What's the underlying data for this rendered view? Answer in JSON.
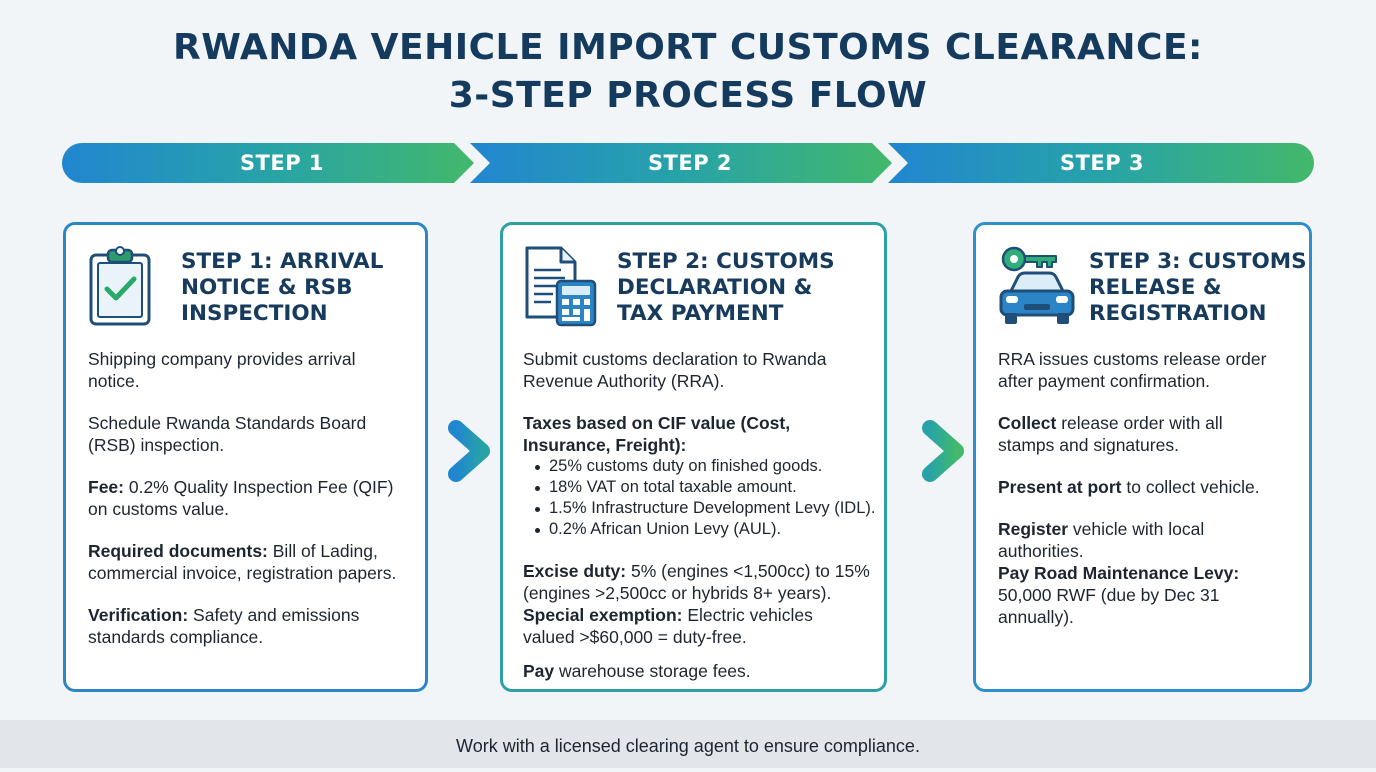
{
  "title": {
    "line1": "RWANDA VEHICLE IMPORT CUSTOMS CLEARANCE:",
    "line2": "3-STEP PROCESS FLOW"
  },
  "step_bar": [
    "STEP 1",
    "STEP 2",
    "STEP 3"
  ],
  "colors": {
    "step1": "#2186d0",
    "step2": "#27a3a8",
    "step3": "#43b86b",
    "title": "#143a5e"
  },
  "cards": [
    {
      "icon": "clipboard-check-icon",
      "title": [
        "STEP 1: ARRIVAL",
        "NOTICE & RSB",
        "INSPECTION"
      ],
      "p1": [
        "Shipping company provides arrival",
        "notice."
      ],
      "p2": [
        "Schedule Rwanda Standards Board",
        "(RSB) inspection."
      ],
      "p3_bold": "Fee:",
      "p3": [
        " 0.2% Quality Inspection Fee (QIF)",
        "on customs value."
      ],
      "p4_bold": "Required documents:",
      "p4": [
        " Bill of Lading,",
        "commercial invoice, registration papers."
      ],
      "p5_bold": "Verification:",
      "p5": [
        " Safety and emissions",
        "standards compliance."
      ]
    },
    {
      "icon": "document-calculator-icon",
      "title": [
        "STEP 2: CUSTOMS",
        "DECLARATION &",
        "TAX PAYMENT"
      ],
      "p1": [
        "Submit customs declaration to Rwanda",
        "Revenue Authority (RRA)."
      ],
      "taxes_heading": [
        "Taxes based on CIF value (Cost,",
        "Insurance, Freight):"
      ],
      "bullets": [
        "25% customs duty on finished goods.",
        "18% VAT on total taxable amount.",
        "1.5% Infrastructure Development Levy (IDL).",
        "0.2% African Union Levy (AUL)."
      ],
      "excise_bold": "Excise duty:",
      "excise": [
        " 5% (engines <1,500cc) to 15%",
        "(engines >2,500cc or hybrids 8+ years)."
      ],
      "exempt_bold": "Special exemption:",
      "exempt": [
        " Electric vehicles",
        "valued >$60,000 = duty-free."
      ],
      "pay_bold": "Pay",
      "pay": " warehouse storage fees."
    },
    {
      "icon": "car-key-icon",
      "title": [
        "STEP 3: CUSTOMS",
        "RELEASE &",
        "REGISTRATION"
      ],
      "p1": [
        "RRA issues customs release order",
        "after payment confirmation."
      ],
      "collect_bold": "Collect",
      "collect": [
        " release order with all",
        "stamps and signatures."
      ],
      "present_bold": "Present at port",
      "present": " to collect vehicle.",
      "register_bold": "Register",
      "register": [
        " vehicle with local",
        "authorities."
      ],
      "levy_bold": "Pay Road Maintenance Levy:",
      "levy": [
        "50,000 RWF (due by Dec 31",
        "annually)."
      ]
    }
  ],
  "footer": "Work with a licensed clearing agent to ensure compliance."
}
